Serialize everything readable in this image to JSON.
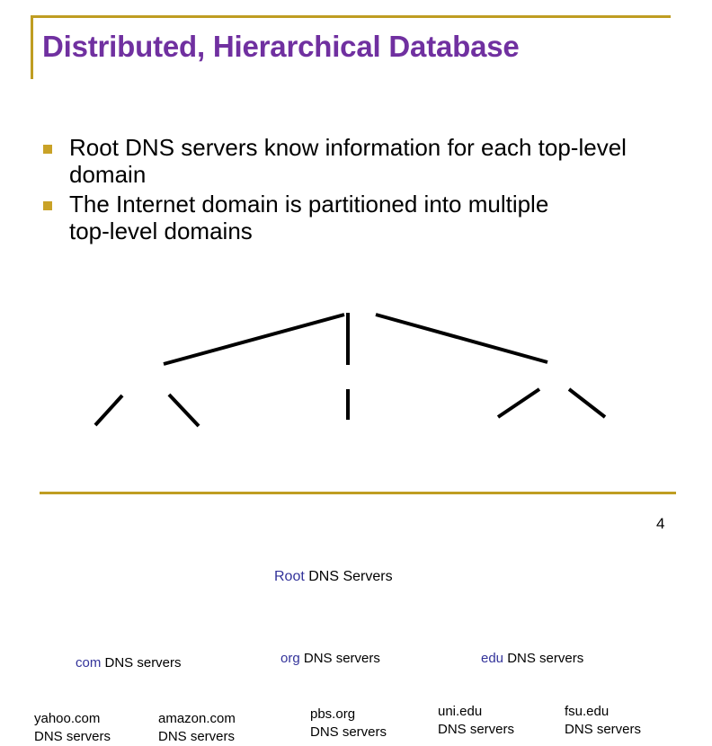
{
  "slide": {
    "title": "Distributed, Hierarchical Database",
    "page_number": "4",
    "colors": {
      "title_purple": "#7030a0",
      "rule_gold": "#bf9d22",
      "bullet_gold": "#c9a227",
      "tld_blue": "#33339a",
      "body_black": "#000000",
      "background": "#ffffff"
    }
  },
  "bullets": [
    {
      "marker": "square-bullet",
      "text": "Root DNS servers know information for each top-level domain"
    },
    {
      "marker": "square-bullet",
      "text": "The Internet domain is partitioned into multiple top-level domains"
    }
  ],
  "diagram": {
    "type": "tree",
    "root": {
      "tld": "Root",
      "suffix": " DNS Servers"
    },
    "level2": [
      {
        "tld": "com",
        "suffix": " DNS servers"
      },
      {
        "tld": "org",
        "suffix": " DNS servers"
      },
      {
        "tld": "edu",
        "suffix": " DNS servers"
      }
    ],
    "level3": [
      {
        "line1": "yahoo.com",
        "line2": "DNS servers",
        "parent": "com"
      },
      {
        "line1": "amazon.com",
        "line2": "DNS servers",
        "parent": "com"
      },
      {
        "line1": "pbs.org",
        "line2": "DNS servers",
        "parent": "org"
      },
      {
        "line1": "uni.edu",
        "line2": "DNS servers",
        "parent": "edu"
      },
      {
        "line1": "fsu.edu",
        "line2": "DNS servers",
        "parent": "edu"
      }
    ]
  }
}
